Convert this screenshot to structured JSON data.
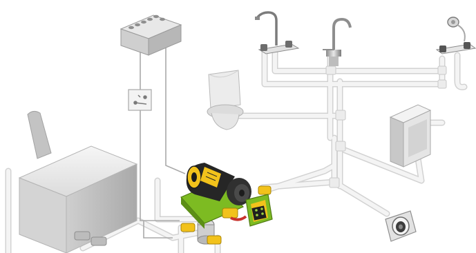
{
  "diagram": {
    "components": [
      {
        "id": "battery",
        "icon": "battery-icon"
      },
      {
        "id": "pressure-switch",
        "icon": "switch-icon"
      },
      {
        "id": "double-faucet",
        "icon": "mixer-tap-icon"
      },
      {
        "id": "single-faucet",
        "icon": "faucet-icon"
      },
      {
        "id": "shower-mixer",
        "icon": "shower-icon"
      },
      {
        "id": "toilet",
        "icon": "toilet-icon"
      },
      {
        "id": "water-heater",
        "icon": "boiler-icon"
      },
      {
        "id": "water-tank",
        "icon": "tank-icon"
      },
      {
        "id": "water-pump",
        "icon": "pump-icon"
      },
      {
        "id": "pump-controller",
        "icon": "control-panel-icon"
      },
      {
        "id": "inline-filter",
        "icon": "filter-icon"
      },
      {
        "id": "deck-fill-inlet",
        "icon": "inlet-icon"
      }
    ],
    "colors": {
      "pipe": "#f2f2f2",
      "pipe_edge": "#d4d4d4",
      "pump_green": "#7dbb22",
      "pump_yellow": "#f2c21b",
      "pump_body": "#262626",
      "hose_red": "#c8322c",
      "wire": "#a8a8a8"
    }
  }
}
